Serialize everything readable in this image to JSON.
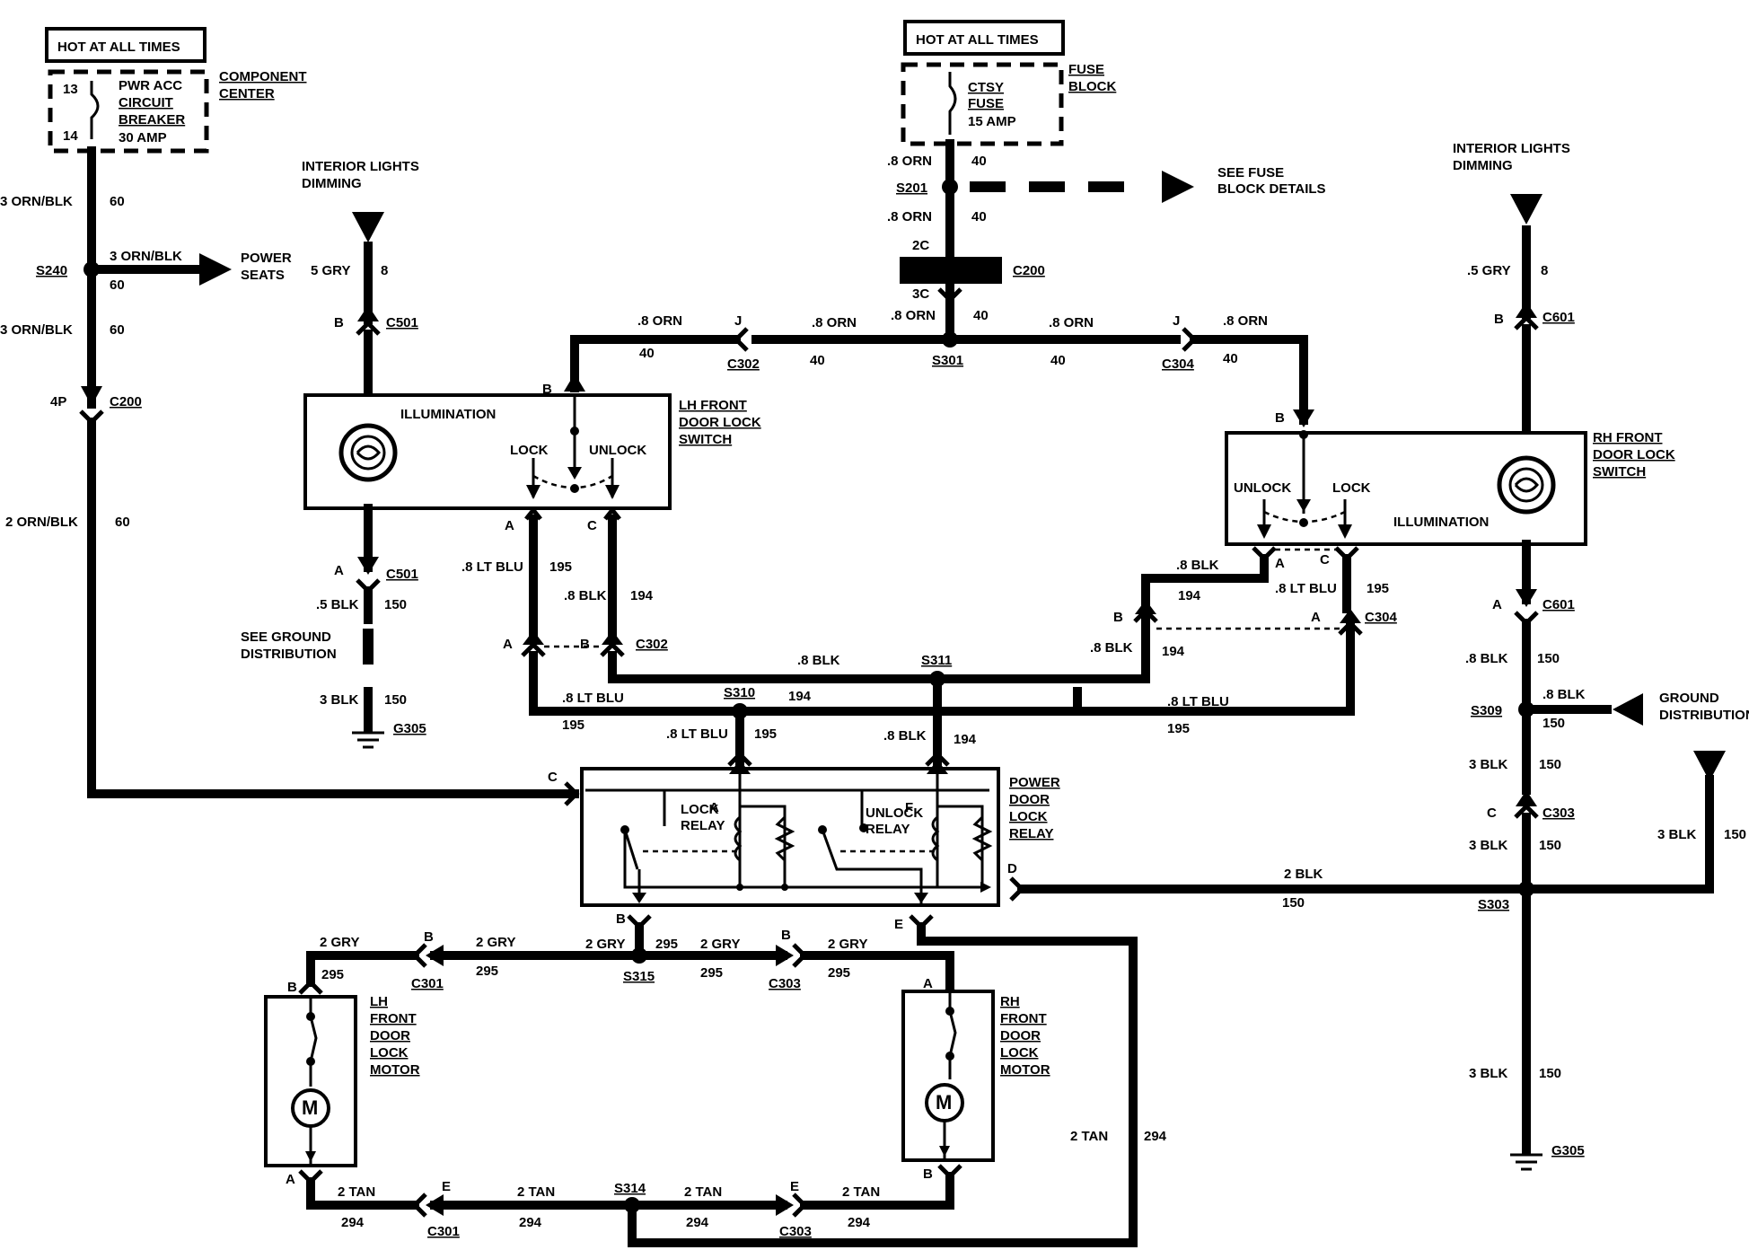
{
  "labels": {
    "hot1": "HOT AT ALL TIMES",
    "hot2": "HOT AT ALL TIMES",
    "cb_13": "13",
    "cb_14": "14",
    "cb_pwr": "PWR ACC",
    "cb_circuit": "CIRCUIT",
    "cb_breaker": "BREAKER",
    "cb_amp": "30 AMP",
    "comp_center1": "COMPONENT",
    "comp_center2": "CENTER",
    "fuse_name1": "CTSY",
    "fuse_name2": "FUSE",
    "fuse_amp": "15 AMP",
    "fuse_block1": "FUSE",
    "fuse_block2": "BLOCK",
    "see_fuse1": "SEE FUSE",
    "see_fuse2": "BLOCK DETAILS",
    "ild_left1": "INTERIOR LIGHTS",
    "ild_left2": "DIMMING",
    "ild_right1": "INTERIOR LIGHTS",
    "ild_right2": "DIMMING",
    "power_seats1": "POWER",
    "power_seats2": "SEATS",
    "see_ground1": "SEE GROUND",
    "see_ground2": "DISTRIBUTION",
    "ground_dist1": "GROUND",
    "ground_dist2": "DISTRIBUTION",
    "lh_switch1": "LH FRONT",
    "lh_switch2": "DOOR LOCK",
    "lh_switch3": "SWITCH",
    "rh_switch1": "RH FRONT",
    "rh_switch2": "DOOR LOCK",
    "rh_switch3": "SWITCH",
    "illum_l": "ILLUMINATION",
    "illum_r": "ILLUMINATION",
    "lock_l": "LOCK",
    "unlock_l": "UNLOCK",
    "lock_r": "LOCK",
    "unlock_r": "UNLOCK",
    "relay1": "POWER",
    "relay2": "DOOR",
    "relay3": "LOCK",
    "relay4": "RELAY",
    "lock_relay1": "LOCK",
    "lock_relay2": "RELAY",
    "unlock_relay1": "UNLOCK",
    "unlock_relay2": "RELAY",
    "lh_motor1": "LH",
    "lh_motor2": "FRONT",
    "lh_motor3": "DOOR",
    "lh_motor4": "LOCK",
    "lh_motor5": "MOTOR",
    "rh_motor1": "RH",
    "rh_motor2": "FRONT",
    "rh_motor3": "DOOR",
    "rh_motor4": "LOCK",
    "rh_motor5": "MOTOR",
    "m_l": "M",
    "m_r": "M"
  },
  "wires": {
    "w1": "3 ORN/BLK",
    "n1": "60",
    "w2": "3 ORN/BLK",
    "n2": "60",
    "w3": "3 ORN/BLK",
    "n3": "60",
    "w4": "2 ORN/BLK",
    "n4": "60",
    "w5": "5 GRY",
    "n5": "8",
    "w6": ".5 BLK",
    "n6": "150",
    "w7": "3 BLK",
    "n7": "150",
    "w8": ".8 ORN",
    "n8": "40",
    "w9": ".8 ORN",
    "n9": "40",
    "w10": ".8 ORN",
    "n10": "40",
    "w11": ".8 ORN",
    "n11": "40",
    "w12": ".8 ORN",
    "n12": "40",
    "w13": ".8 ORN",
    "n13": "40",
    "w14": ".8 ORN",
    "n14": "40",
    "w15": ".8 LT BLU",
    "n15": "195",
    "w16": ".8 BLK",
    "n16": "194",
    "w17": ".8 BLK",
    "n17": "194",
    "w18": ".8 LT BLU",
    "n18": "195",
    "w19": ".8 LT BLU",
    "n19": "195",
    "w20": ".8 BLK",
    "n20": "194",
    "w21": ".8 LT BLU",
    "n21": "195",
    "w22": ".8 BLK",
    "n22": "194",
    "w23": ".8 BLK",
    "n23": "194",
    "w24": ".8 LT BLU",
    "n24": "195",
    "w25": ".5 GRY",
    "n25": "8",
    "w26": ".8 BLK",
    "n26": "150",
    "w27": ".8 BLK",
    "n27": "150",
    "w28": "3 BLK",
    "n28": "150",
    "w29": "3 BLK",
    "n29": "150",
    "w30": "3 BLK",
    "n30": "150",
    "w31": "2 BLK",
    "n31": "150",
    "w32": "3 BLK",
    "n32": "150",
    "w33": "2 GRY",
    "n33": "295",
    "w34": "2 GRY",
    "n34": "295",
    "w35": "2 GRY",
    "n35": "295",
    "w36": "2 GRY",
    "n36": "295",
    "w37": "2 GRY",
    "n37": "295",
    "w38": "2 TAN",
    "n38": "294",
    "w39": "2 TAN",
    "n39": "294",
    "w40": "2 TAN",
    "n40": "294",
    "w41": "2 TAN",
    "n41": "294",
    "w42": "2 TAN",
    "n42": "294"
  },
  "connectors": {
    "s240": "S240",
    "s201": "S201",
    "s301": "S301",
    "s310": "S310",
    "s311": "S311",
    "s309": "S309",
    "s303": "S303",
    "s315": "S315",
    "s314": "S314",
    "c200a": "C200",
    "c200b": "C200",
    "c501a": "C501",
    "c501b": "C501",
    "c302a": "C302",
    "c302b": "C302",
    "c304a": "C304",
    "c304b": "C304",
    "c601a": "C601",
    "c601b": "C601",
    "c303a": "C303",
    "c303b": "C303",
    "c303c": "C303",
    "c301a": "C301",
    "c301b": "C301",
    "g305a": "G305",
    "g305b": "G305"
  },
  "pins": {
    "p4p": "4P",
    "p2c": "2C",
    "p3c": "3C",
    "pB1": "B",
    "pA1": "A",
    "pB2": "B",
    "pA2": "A",
    "pC2": "C",
    "pB3": "B",
    "pJ1": "J",
    "pJ2": "J",
    "pB4": "B",
    "pA4": "A",
    "pC4": "C",
    "pB5": "B",
    "pA5": "A",
    "pB6": "B",
    "pA6": "A",
    "pC7": "C",
    "pA7": "A",
    "pF7": "F",
    "pB7": "B",
    "pE7": "E",
    "pD7": "D",
    "pC8": "C",
    "pB9": "B",
    "pB10": "B",
    "pB11": "B",
    "pA11": "A",
    "pA12": "A",
    "pB12": "B",
    "pE13": "E",
    "pE14": "E"
  }
}
